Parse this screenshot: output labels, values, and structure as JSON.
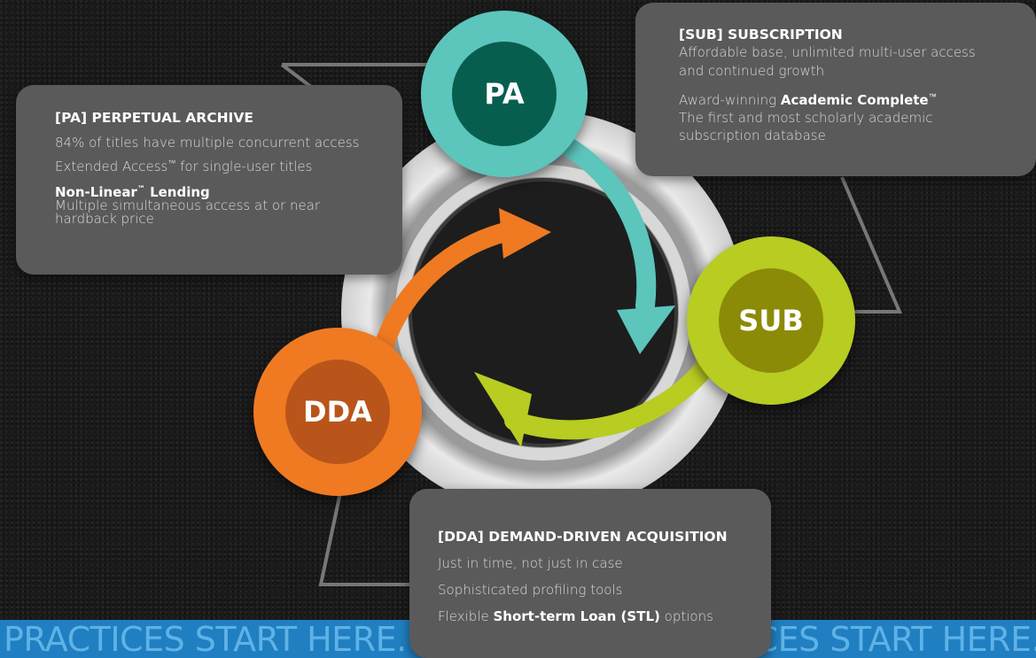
{
  "colors": {
    "pa_outer": "#5cc5bc",
    "pa_inner": "#075e4f",
    "sub_outer": "#b8cc22",
    "sub_inner": "#8b8b08",
    "dda_outer": "#ef7a22",
    "dda_inner": "#b9551a",
    "box": "#5a5a5a",
    "band": "#1f7fc0"
  },
  "nodes": {
    "pa": "PA",
    "sub": "SUB",
    "dda": "DDA"
  },
  "pa_box": {
    "title": "[PA] PERPETUAL ARCHIVE",
    "line1": "84% of titles have multiple concurrent access",
    "line2_pre": "Extended Access",
    "line2_post": " for single-user titles",
    "line3_em": "Non-Linear",
    "line3_em_post": " Lending",
    "line4": "Multiple simultaneous access at or near",
    "line5": "hardback price"
  },
  "sub_box": {
    "title": "[SUB] SUBSCRIPTION",
    "line1": "Affordable base, unlimited multi-user access",
    "line2": "and continued growth",
    "line3_pre": "Award-winning ",
    "line3_em": "Academic Complete",
    "line4": "The first and most scholarly academic",
    "line5": "subscription database"
  },
  "dda_box": {
    "title": "[DDA] DEMAND-DRIVEN ACQUISITION",
    "line1": "Just in time, not just in case",
    "line2": "Sophisticated profiling tools",
    "line3_pre": "Flexible ",
    "line3_em": "Short-term Loan (STL)",
    "line3_post": " options"
  },
  "tm": "™",
  "band_text": "PRACTICES START HERE. EBOOK BEST PRACTICES START HERE. EBOOK BEST"
}
